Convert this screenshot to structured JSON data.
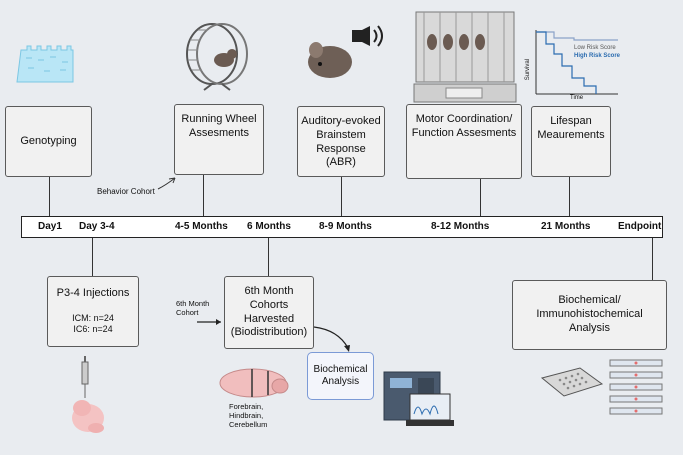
{
  "top_boxes": [
    {
      "id": "genotyping",
      "text": "Genotyping"
    },
    {
      "id": "running",
      "text": "Running Wheel\nAssesments"
    },
    {
      "id": "abr",
      "text": "Auditory-evoked\nBrainstem\nResponse (ABR)"
    },
    {
      "id": "motor",
      "text": "Motor Coordination/\nFunction Assesments"
    },
    {
      "id": "lifespan",
      "text": "Lifespan\nMeaurements"
    }
  ],
  "behavior_label": "Behavior Cohort",
  "timeline": [
    "Day1",
    "Day 3-4",
    "4-5 Months",
    "6 Months",
    "8-9 Months",
    "8-12 Months",
    "21 Months",
    "Endpoint"
  ],
  "injections": {
    "title": "P3-4 Injections",
    "groups": "ICM: n=24\nIC6: n=24"
  },
  "harvest": {
    "title": "6th Month\nCohorts Harvested\n(Biodistribution)",
    "cohort_label": "6th Month\nCohort"
  },
  "brain_regions": "Forebrain,\nHindbrain,\nCerebellum",
  "biochem_box": "Biochemical\nAnalysis",
  "final_box": "Biochemical/\nImmunohistochemical Analysis",
  "survival": {
    "ylabel": "Survival",
    "xlabel": "Time",
    "low": "Low Risk Score",
    "high": "High Risk Score",
    "low_color": "#8aa2c8",
    "high_color": "#2b6cb0"
  },
  "colors": {
    "blue_box": "#7b9ad6",
    "line": "#333333"
  }
}
